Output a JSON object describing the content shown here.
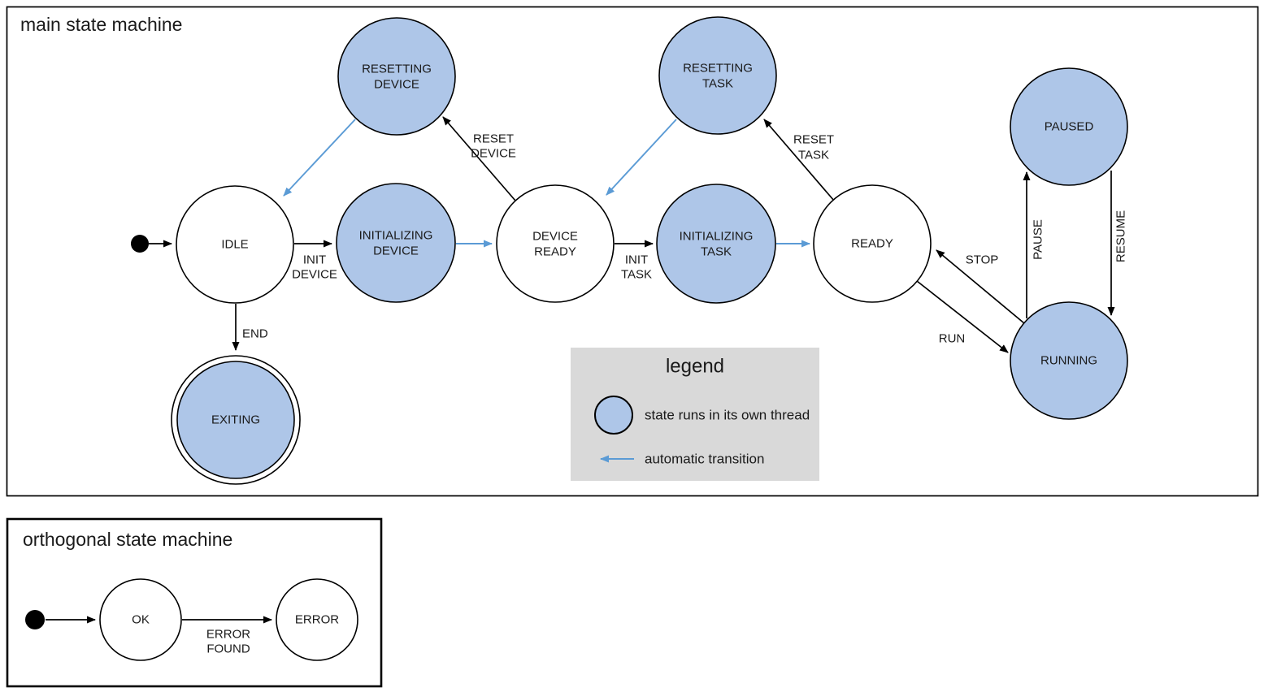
{
  "colors": {
    "thread_state_fill": "#aec6e8",
    "auto_transition": "#5b9bd5",
    "legend_bg": "#d9d9d9",
    "line": "#000000"
  },
  "main": {
    "title": "main state machine",
    "states": {
      "resetting_device": {
        "l1": "RESETTING",
        "l2": "DEVICE"
      },
      "resetting_task": {
        "l1": "RESETTING",
        "l2": "TASK"
      },
      "paused": {
        "l1": "PAUSED"
      },
      "idle": {
        "l1": "IDLE"
      },
      "initializing_device": {
        "l1": "INITIALIZING",
        "l2": "DEVICE"
      },
      "device_ready": {
        "l1": "DEVICE",
        "l2": "READY"
      },
      "initializing_task": {
        "l1": "INITIALIZING",
        "l2": "TASK"
      },
      "ready": {
        "l1": "READY"
      },
      "running": {
        "l1": "RUNNING"
      },
      "exiting": {
        "l1": "EXITING"
      }
    },
    "transitions": {
      "init_device": {
        "l1": "INIT",
        "l2": "DEVICE"
      },
      "reset_device": {
        "l1": "RESET",
        "l2": "DEVICE"
      },
      "init_task": {
        "l1": "INIT",
        "l2": "TASK"
      },
      "reset_task": {
        "l1": "RESET",
        "l2": "TASK"
      },
      "end": {
        "l1": "END"
      },
      "run": {
        "l1": "RUN"
      },
      "stop": {
        "l1": "STOP"
      },
      "pause": {
        "l1": "PAUSE"
      },
      "resume": {
        "l1": "RESUME"
      }
    },
    "legend": {
      "title": "legend",
      "thread_label": "state runs in its own thread",
      "auto_label": "automatic transition"
    }
  },
  "ortho": {
    "title": "orthogonal state machine",
    "states": {
      "ok": {
        "l1": "OK"
      },
      "error": {
        "l1": "ERROR"
      }
    },
    "transitions": {
      "error_found": {
        "l1": "ERROR",
        "l2": "FOUND"
      }
    }
  }
}
